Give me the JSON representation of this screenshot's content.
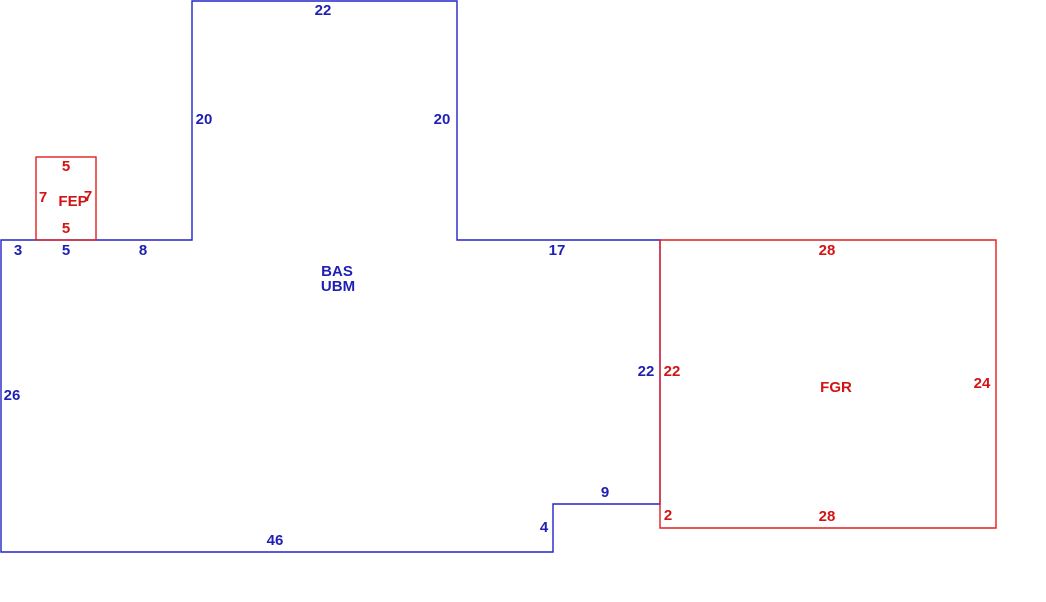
{
  "colors": {
    "main": "#1f1fb4",
    "attached": "#d21414"
  },
  "areas": {
    "main": {
      "code_1": "BAS",
      "code_2": "UBM"
    },
    "porch": {
      "code": "FEP"
    },
    "garage": {
      "code": "FGR"
    }
  },
  "dimensions": {
    "main": {
      "top_front": "22",
      "left_jog": "20",
      "right_jog": "20",
      "west_seg_a": "3",
      "west_seg_b": "5",
      "west_seg_c": "8",
      "east_step": "17",
      "west_side": "26",
      "east_side": "22",
      "bottom": "46",
      "notch_vertical": "4",
      "notch_horizontal": "9"
    },
    "porch": {
      "top": "5",
      "left": "7",
      "right": "7",
      "bottom": "5"
    },
    "garage": {
      "top": "28",
      "left": "22",
      "right": "24",
      "bottom": "28",
      "short_side": "2"
    }
  }
}
